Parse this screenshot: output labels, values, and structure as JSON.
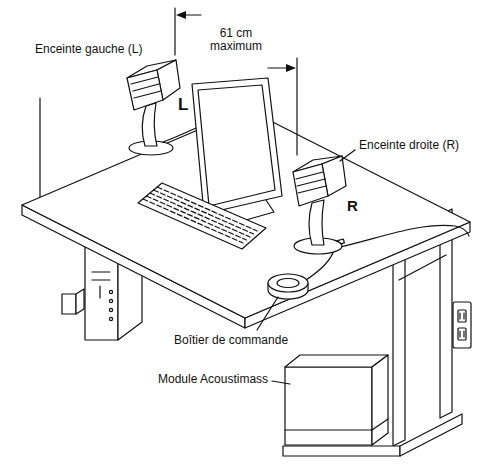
{
  "diagram": {
    "labels": [
      "Enceinte gauche (L)",
      "61 cm maximum",
      "L",
      "Enceinte droite (R)",
      "R",
      "Boîtier de commande",
      "Module Acoustimass"
    ]
  }
}
